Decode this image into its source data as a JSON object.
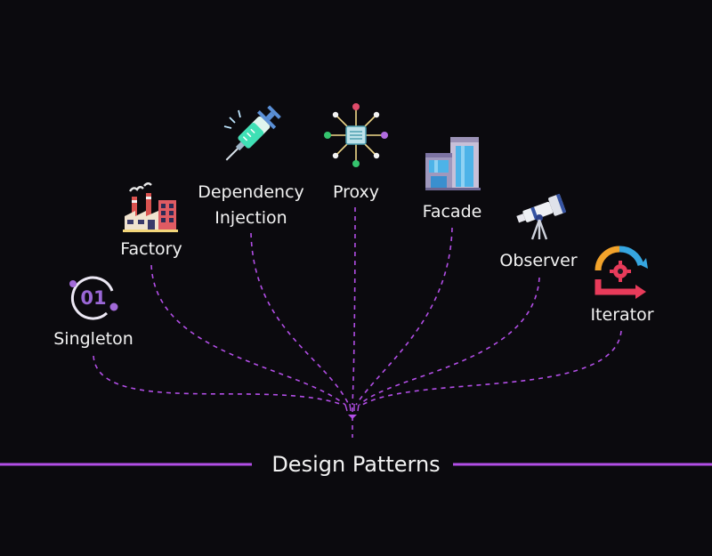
{
  "diagram": {
    "title": "Design Patterns",
    "accent_color": "#b24ee6",
    "patterns": [
      {
        "label": "Singleton",
        "icon": "number-01-icon"
      },
      {
        "label": "Factory",
        "icon": "factory-icon"
      },
      {
        "label": "Dependency\nInjection",
        "icon": "syringe-icon"
      },
      {
        "label": "Proxy",
        "icon": "network-hub-icon"
      },
      {
        "label": "Facade",
        "icon": "building-icon"
      },
      {
        "label": "Observer",
        "icon": "telescope-icon"
      },
      {
        "label": "Iterator",
        "icon": "cycle-arrows-icon"
      }
    ]
  }
}
